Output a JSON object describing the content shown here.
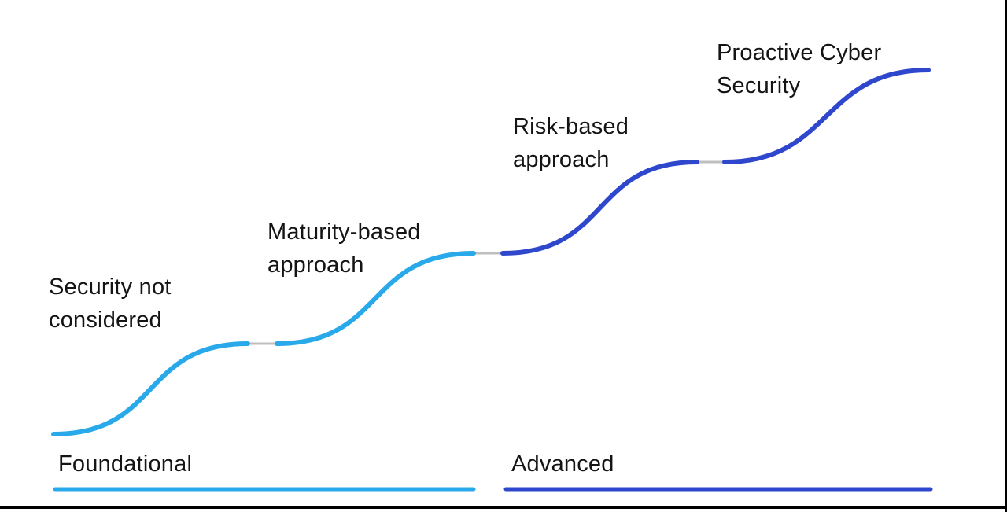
{
  "diagram": {
    "title_hint": "Cyber security maturity S-curve progression",
    "colors": {
      "foundational_blue": "#29A9EA",
      "advanced_blue": "#2E47CD",
      "connector_gray": "#BFBFBF",
      "text": "#141414",
      "border": "#000000",
      "background": "#ffffff"
    },
    "stages": [
      {
        "label": "Security not\nconsidered"
      },
      {
        "label": "Maturity-based\napproach"
      },
      {
        "label": "Risk-based\napproach"
      },
      {
        "label": "Proactive Cyber\nSecurity"
      }
    ],
    "phases": [
      {
        "label": "Foundational"
      },
      {
        "label": "Advanced"
      }
    ]
  }
}
